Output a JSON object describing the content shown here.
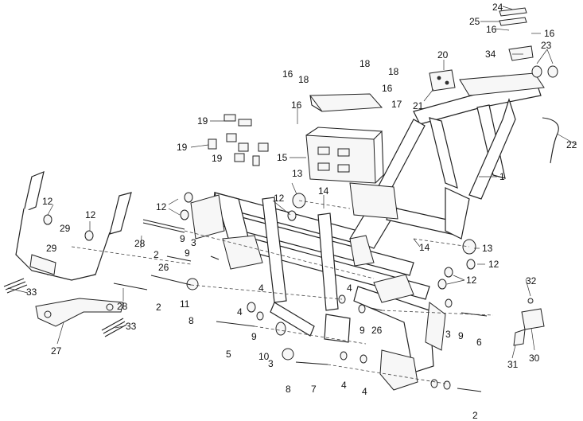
{
  "diagram": {
    "callouts": [
      {
        "id": "c1",
        "text": "1"
      },
      {
        "id": "c2a",
        "text": "2"
      },
      {
        "id": "c2b",
        "text": "2"
      },
      {
        "id": "c2c",
        "text": "2"
      },
      {
        "id": "c3a",
        "text": "3"
      },
      {
        "id": "c3b",
        "text": "3"
      },
      {
        "id": "c3c",
        "text": "3"
      },
      {
        "id": "c4a",
        "text": "4"
      },
      {
        "id": "c4b",
        "text": "4"
      },
      {
        "id": "c4c",
        "text": "4"
      },
      {
        "id": "c4d",
        "text": "4"
      },
      {
        "id": "c4e",
        "text": "4"
      },
      {
        "id": "c5",
        "text": "5"
      },
      {
        "id": "c6",
        "text": "6"
      },
      {
        "id": "c7",
        "text": "7"
      },
      {
        "id": "c8a",
        "text": "8"
      },
      {
        "id": "c8b",
        "text": "8"
      },
      {
        "id": "c9a",
        "text": "9"
      },
      {
        "id": "c9b",
        "text": "9"
      },
      {
        "id": "c9c",
        "text": "9"
      },
      {
        "id": "c9d",
        "text": "9"
      },
      {
        "id": "c9e",
        "text": "9"
      },
      {
        "id": "c10",
        "text": "10"
      },
      {
        "id": "c11",
        "text": "11"
      },
      {
        "id": "c12a",
        "text": "12"
      },
      {
        "id": "c12b",
        "text": "12"
      },
      {
        "id": "c12c",
        "text": "12"
      },
      {
        "id": "c12d",
        "text": "12"
      },
      {
        "id": "c12e",
        "text": "12"
      },
      {
        "id": "c12f",
        "text": "12"
      },
      {
        "id": "c13a",
        "text": "13"
      },
      {
        "id": "c13b",
        "text": "13"
      },
      {
        "id": "c14a",
        "text": "14"
      },
      {
        "id": "c14b",
        "text": "14"
      },
      {
        "id": "c15",
        "text": "15"
      },
      {
        "id": "c16a",
        "text": "16"
      },
      {
        "id": "c16b",
        "text": "16"
      },
      {
        "id": "c16c",
        "text": "16"
      },
      {
        "id": "c16d",
        "text": "16"
      },
      {
        "id": "c16e",
        "text": "16"
      },
      {
        "id": "c17",
        "text": "17"
      },
      {
        "id": "c18a",
        "text": "18"
      },
      {
        "id": "c18b",
        "text": "18"
      },
      {
        "id": "c18c",
        "text": "18"
      },
      {
        "id": "c19a",
        "text": "19"
      },
      {
        "id": "c19b",
        "text": "19"
      },
      {
        "id": "c19c",
        "text": "19"
      },
      {
        "id": "c20",
        "text": "20"
      },
      {
        "id": "c21",
        "text": "21"
      },
      {
        "id": "c22",
        "text": "22"
      },
      {
        "id": "c23",
        "text": "23"
      },
      {
        "id": "c24",
        "text": "24"
      },
      {
        "id": "c25",
        "text": "25"
      },
      {
        "id": "c26a",
        "text": "26"
      },
      {
        "id": "c26b",
        "text": "26"
      },
      {
        "id": "c27",
        "text": "27"
      },
      {
        "id": "c28a",
        "text": "28"
      },
      {
        "id": "c28b",
        "text": "28"
      },
      {
        "id": "c29a",
        "text": "29"
      },
      {
        "id": "c29b",
        "text": "29"
      },
      {
        "id": "c30",
        "text": "30"
      },
      {
        "id": "c31",
        "text": "31"
      },
      {
        "id": "c32",
        "text": "32"
      },
      {
        "id": "c33a",
        "text": "33"
      },
      {
        "id": "c33b",
        "text": "33"
      },
      {
        "id": "c34",
        "text": "34"
      }
    ]
  }
}
